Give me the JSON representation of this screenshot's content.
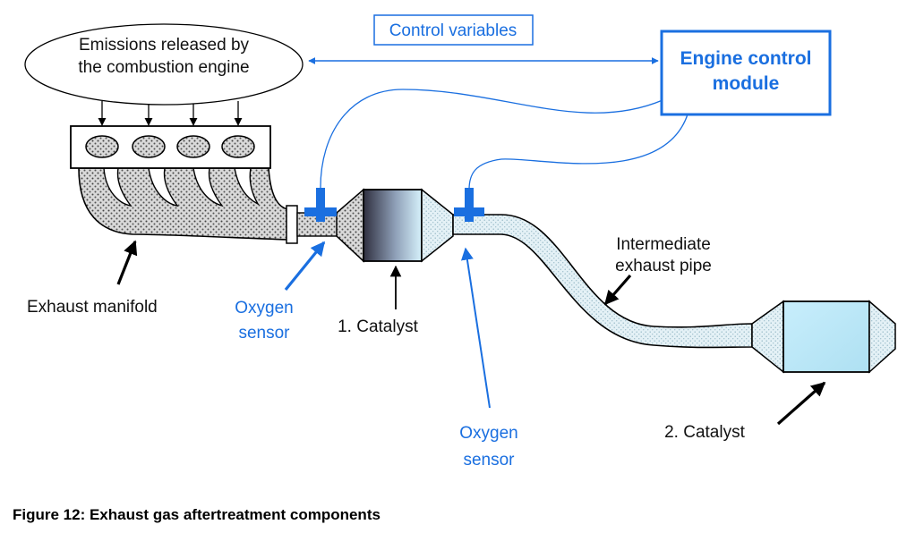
{
  "labels": {
    "emissions_line1": "Emissions released by",
    "emissions_line2": "the combustion engine",
    "control_variables": "Control variables",
    "ecm_line1": "Engine control",
    "ecm_line2": "module",
    "exhaust_manifold": "Exhaust manifold",
    "oxygen_sensor_1_line1": "Oxygen",
    "oxygen_sensor_1_line2": "sensor",
    "catalyst_1": "1. Catalyst",
    "oxygen_sensor_2_line1": "Oxygen",
    "oxygen_sensor_2_line2": "sensor",
    "intermediate_line1": "Intermediate",
    "intermediate_line2": "exhaust pipe",
    "catalyst_2": "2. Catalyst"
  },
  "caption": "Figure 12: Exhaust gas aftertreatment components",
  "colors": {
    "accent_blue": "#1a6fe0",
    "catalyst_dark": "#303040",
    "catalyst_light": "#cdeefa",
    "pipe_fill": "#dfeef4"
  }
}
